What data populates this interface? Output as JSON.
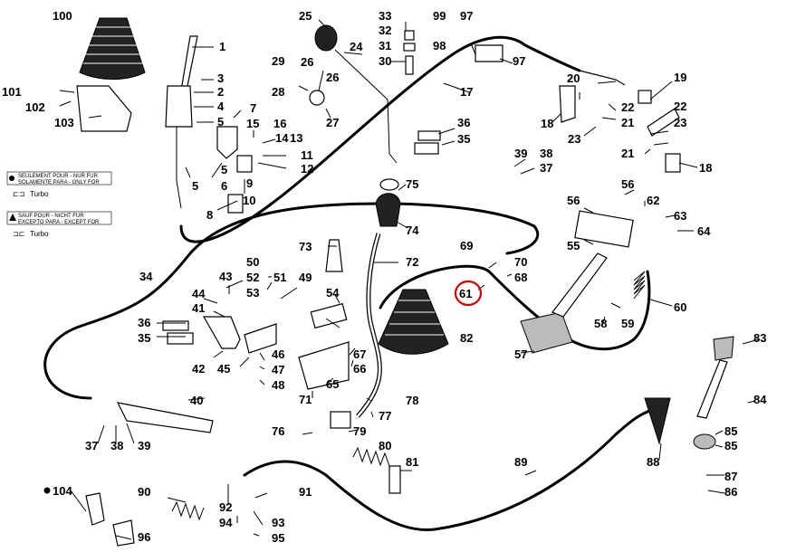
{
  "notes": {
    "solely_line1": "SEULEMENT POUR - NUR FUR",
    "solely_line2": "SOLAMENTE PARA - ONLY FOR",
    "solely_model": "Turbo",
    "except_line1": "SAUF POUR - NICHT FUR",
    "except_line2": "EXCEPTO PARA - EXCEPT FOR",
    "except_model": "Turbo"
  },
  "highlighted_part": "61",
  "part_labels": {
    "p1": "1",
    "p2": "2",
    "p3": "3",
    "p4": "4",
    "p5a": "5",
    "p5b": "5",
    "p6": "6",
    "p7": "7",
    "p8": "8",
    "p9": "9",
    "p10": "10",
    "p11": "11",
    "p12": "12",
    "p13": "13",
    "p14": "14",
    "p15": "15",
    "p16": "16",
    "p17": "17",
    "p18a": "18",
    "p18b": "18",
    "p19": "19",
    "p20": "20",
    "p21a": "21",
    "p21b": "21",
    "p22a": "22",
    "p22b": "22",
    "p23a": "23",
    "p23b": "23",
    "p24": "24",
    "p25": "25",
    "p26a": "26",
    "p26b": "26",
    "p27": "27",
    "p28": "28",
    "p29": "29",
    "p30": "30",
    "p31": "31",
    "p32": "32",
    "p33": "33",
    "p34": "34",
    "p35a": "35",
    "p35b": "35",
    "p36a": "36",
    "p36b": "36",
    "p37a": "37",
    "p37b": "37",
    "p38a": "38",
    "p38b": "38",
    "p39a": "39",
    "p39b": "39",
    "p40": "40",
    "p41": "41",
    "p42": "42",
    "p43": "43",
    "p44": "44",
    "p45": "45",
    "p46": "46",
    "p47": "47",
    "p48": "48",
    "p49": "49",
    "p50": "50",
    "p51": "51",
    "p52": "52",
    "p53": "53",
    "p54": "54",
    "p55": "55",
    "p56a": "56",
    "p56b": "56",
    "p57": "57",
    "p58": "58",
    "p59": "59",
    "p60": "60",
    "p61": "61",
    "p62": "62",
    "p63": "63",
    "p64": "64",
    "p65": "65",
    "p66": "66",
    "p67": "67",
    "p68": "68",
    "p69": "69",
    "p70": "70",
    "p71": "71",
    "p72": "72",
    "p73": "73",
    "p74": "74",
    "p75": "75",
    "p76": "76",
    "p77": "77",
    "p78": "78",
    "p79": "79",
    "p80": "80",
    "p81": "81",
    "p82": "82",
    "p83": "83",
    "p84": "84",
    "p85a": "85",
    "p85b": "85",
    "p86": "86",
    "p87": "87",
    "p88": "88",
    "p89": "89",
    "p90": "90",
    "p91": "91",
    "p92": "92",
    "p93": "93",
    "p94": "94",
    "p95": "95",
    "p96": "96",
    "p97a": "97",
    "p97b": "97",
    "p98": "98",
    "p99": "99",
    "p100": "100",
    "p101": "101",
    "p102": "102",
    "p103": "103",
    "p104": "104"
  },
  "colors": {
    "highlight": "#d40000",
    "ink": "#000000",
    "background": "#ffffff"
  }
}
